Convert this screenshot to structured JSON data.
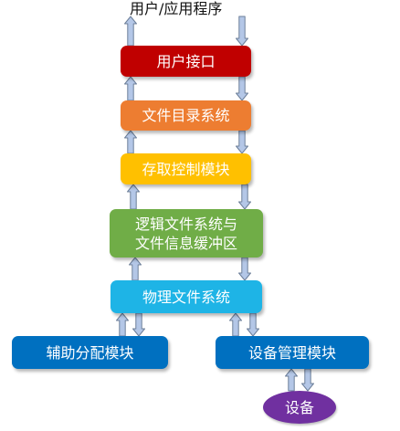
{
  "top_label": "用户/应用程序",
  "nodes": {
    "user_interface": "用户接口",
    "file_directory": "文件目录系统",
    "access_control": "存取控制模块",
    "logical_file": "逻辑文件系统与\n文件信息缓冲区",
    "physical_file": "物理文件系统",
    "aux_alloc": "辅助分配模块",
    "device_mgmt": "设备管理模块",
    "device": "设备"
  },
  "colors": {
    "user_interface": "#c00000",
    "file_directory": "#ed7d31",
    "access_control": "#ffc000",
    "logical_file": "#70ad47",
    "physical_file": "#1eb4e6",
    "aux_alloc": "#0070c0",
    "device_mgmt": "#0070c0",
    "device": "#7030a0",
    "arrow_fill": "#b4c7e7",
    "arrow_stroke": "#6d7f99"
  }
}
